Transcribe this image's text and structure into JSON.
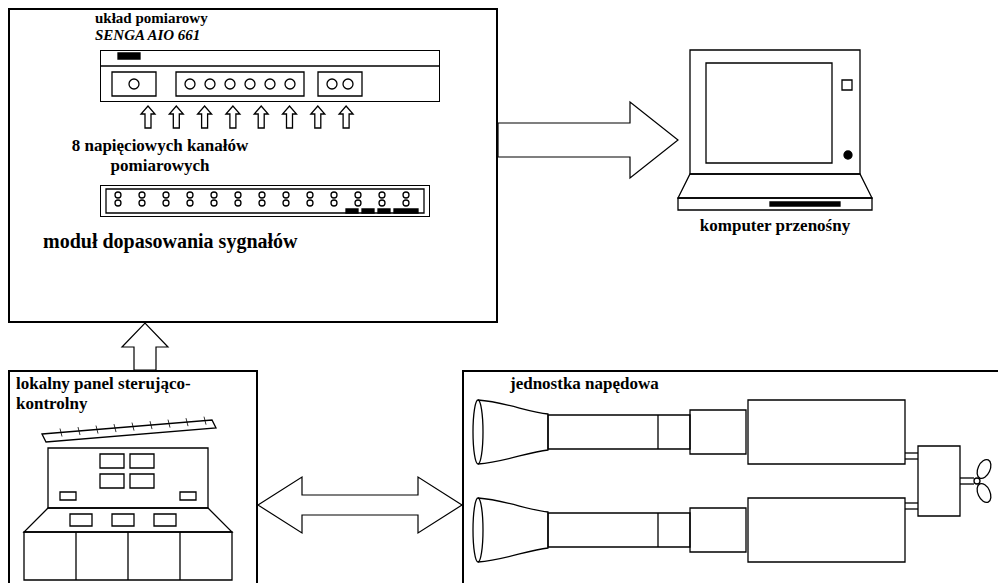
{
  "diagram": {
    "nodes": [
      {
        "text": [
          "8 napięciowych kanałów pomiarowych"
        ]
      },
      {
        "text": [
          "układ pomiarowy",
          "SENGA AIO 661"
        ],
        "in": 0
      },
      {
        "text": [
          "moduł dopasowania sygnałów"
        ],
        "in": 0
      },
      {
        "text": [
          "komputer przenośny"
        ]
      },
      {
        "text": [
          "lokalny panel sterująco-kontrolny"
        ]
      },
      {
        "text": [
          "jednostka napędowa"
        ]
      }
    ],
    "edges": [
      {
        "from": 0,
        "to": 3,
        "arrow": "to"
      },
      {
        "from": 4,
        "to": 0,
        "arrow": "to"
      },
      {
        "from": 4,
        "to": 5,
        "arrow": "both"
      }
    ]
  }
}
